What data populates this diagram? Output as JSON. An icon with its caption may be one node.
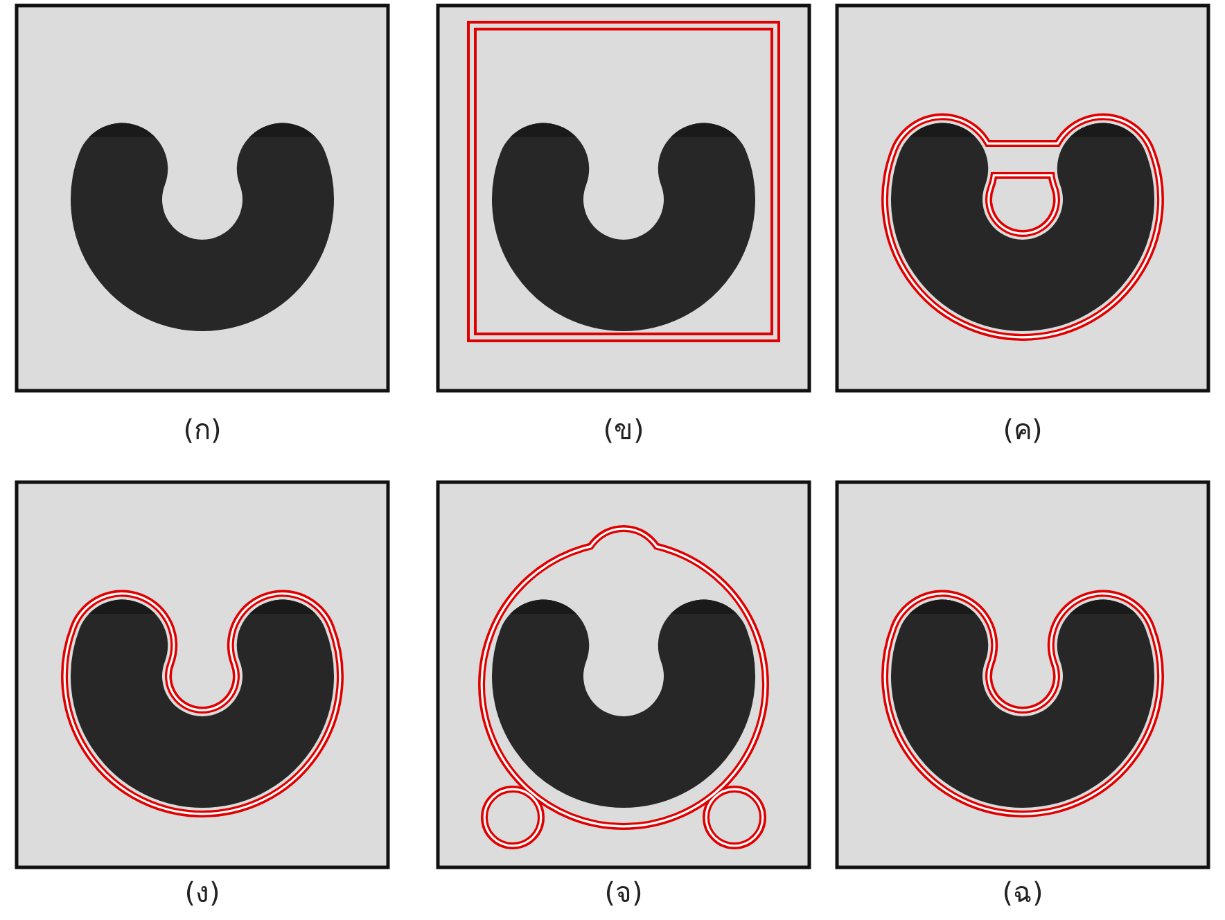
{
  "diagram": {
    "labels": [
      "(ก)",
      "(ข)",
      "(ค)",
      "(ง)",
      "(จ)",
      "(ฉ)"
    ]
  }
}
